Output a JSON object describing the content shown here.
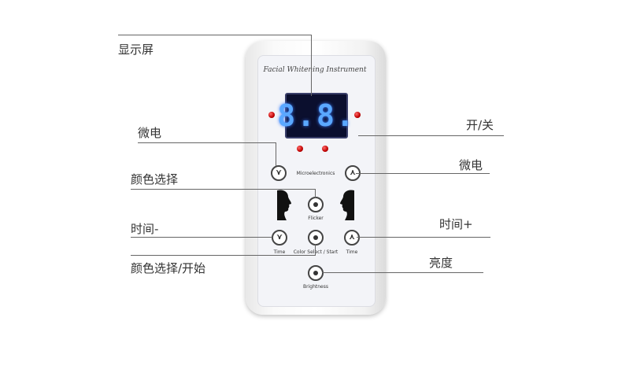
{
  "device": {
    "brand": "Facial Whitening Instrument",
    "display_value": "8.8."
  },
  "callouts": {
    "display": "显示屏",
    "micro_left": "微电",
    "power": "开/关",
    "micro_right": "微电",
    "color_select": "颜色选择",
    "time_minus": "时间-",
    "time_plus": "时间+",
    "color_start": "颜色选择/开始",
    "brightness": "亮度"
  },
  "buttons": {
    "microelectronics": "Microelectronics",
    "flicker": "Flicker",
    "time_left": "Time",
    "color_select_start": "Color Select / Start",
    "time_right": "Time",
    "brightness": "Brightness"
  },
  "icons": {
    "arrow_down": "⋎",
    "arrow_up": "⋏"
  },
  "colors": {
    "led": "#cc0000",
    "display_digits": "#5aa8ff",
    "display_bg": "#0b0f2e"
  }
}
